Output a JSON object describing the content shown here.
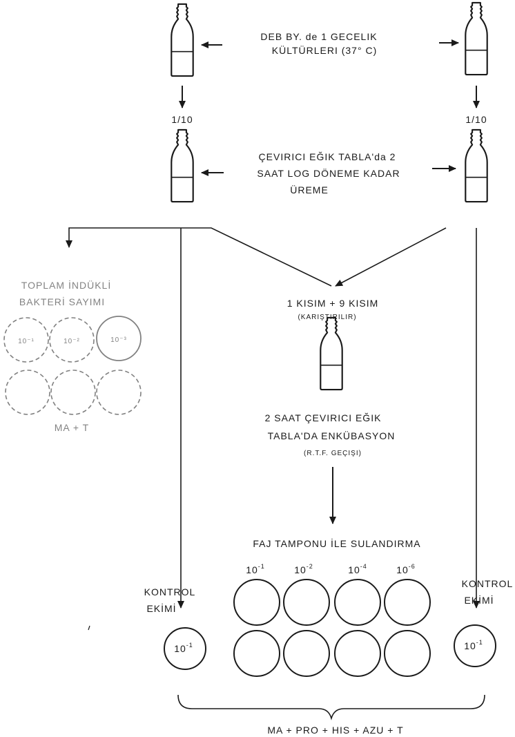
{
  "top_step": {
    "lines": [
      "DEB BY. de 1 GECELIK",
      "KÜLTÜRLERI (37° C)"
    ]
  },
  "dilution_left": "1/10",
  "dilution_right": "1/10",
  "second_step": {
    "lines": [
      "ÇEVIRICI EĞIK TABLA'da 2",
      "SAAT LOG DÖNEME KADAR",
      "ÜREME"
    ]
  },
  "total_count": {
    "lines": [
      "TOPLAM İNDÜKLİ",
      "BAKTERİ SAYIMI"
    ],
    "plates": [
      "10⁻¹",
      "10⁻²",
      "10⁻³"
    ],
    "media": "MA + T"
  },
  "mix": {
    "line1": "1 KISIM + 9 KISIM",
    "line2": "(KARIŞTIRILIR)"
  },
  "incubation": {
    "lines": [
      "2 SAAT ÇEVIRICI EĞIK",
      "TABLA'DA ENKÜBASYON",
      "(R.T.F. GEÇIŞI)"
    ]
  },
  "dilution_step": "FAJ TAMPONU İLE SULANDIRMA",
  "control_left": {
    "line1": "KONTROL",
    "line2": "EKİMİ",
    "plate": {
      "base": "10",
      "exp": "-1"
    }
  },
  "control_right": {
    "line1": "KONTROL",
    "line2": "EKİMİ",
    "plate": {
      "base": "10",
      "exp": "-1"
    }
  },
  "plate_row_labels": [
    {
      "base": "10",
      "exp": "-1"
    },
    {
      "base": "10",
      "exp": "-2"
    },
    {
      "base": "10",
      "exp": "-4"
    },
    {
      "base": "10",
      "exp": "-6"
    }
  ],
  "media_bottom": "MA + PRO + HIS + AZU + T"
}
